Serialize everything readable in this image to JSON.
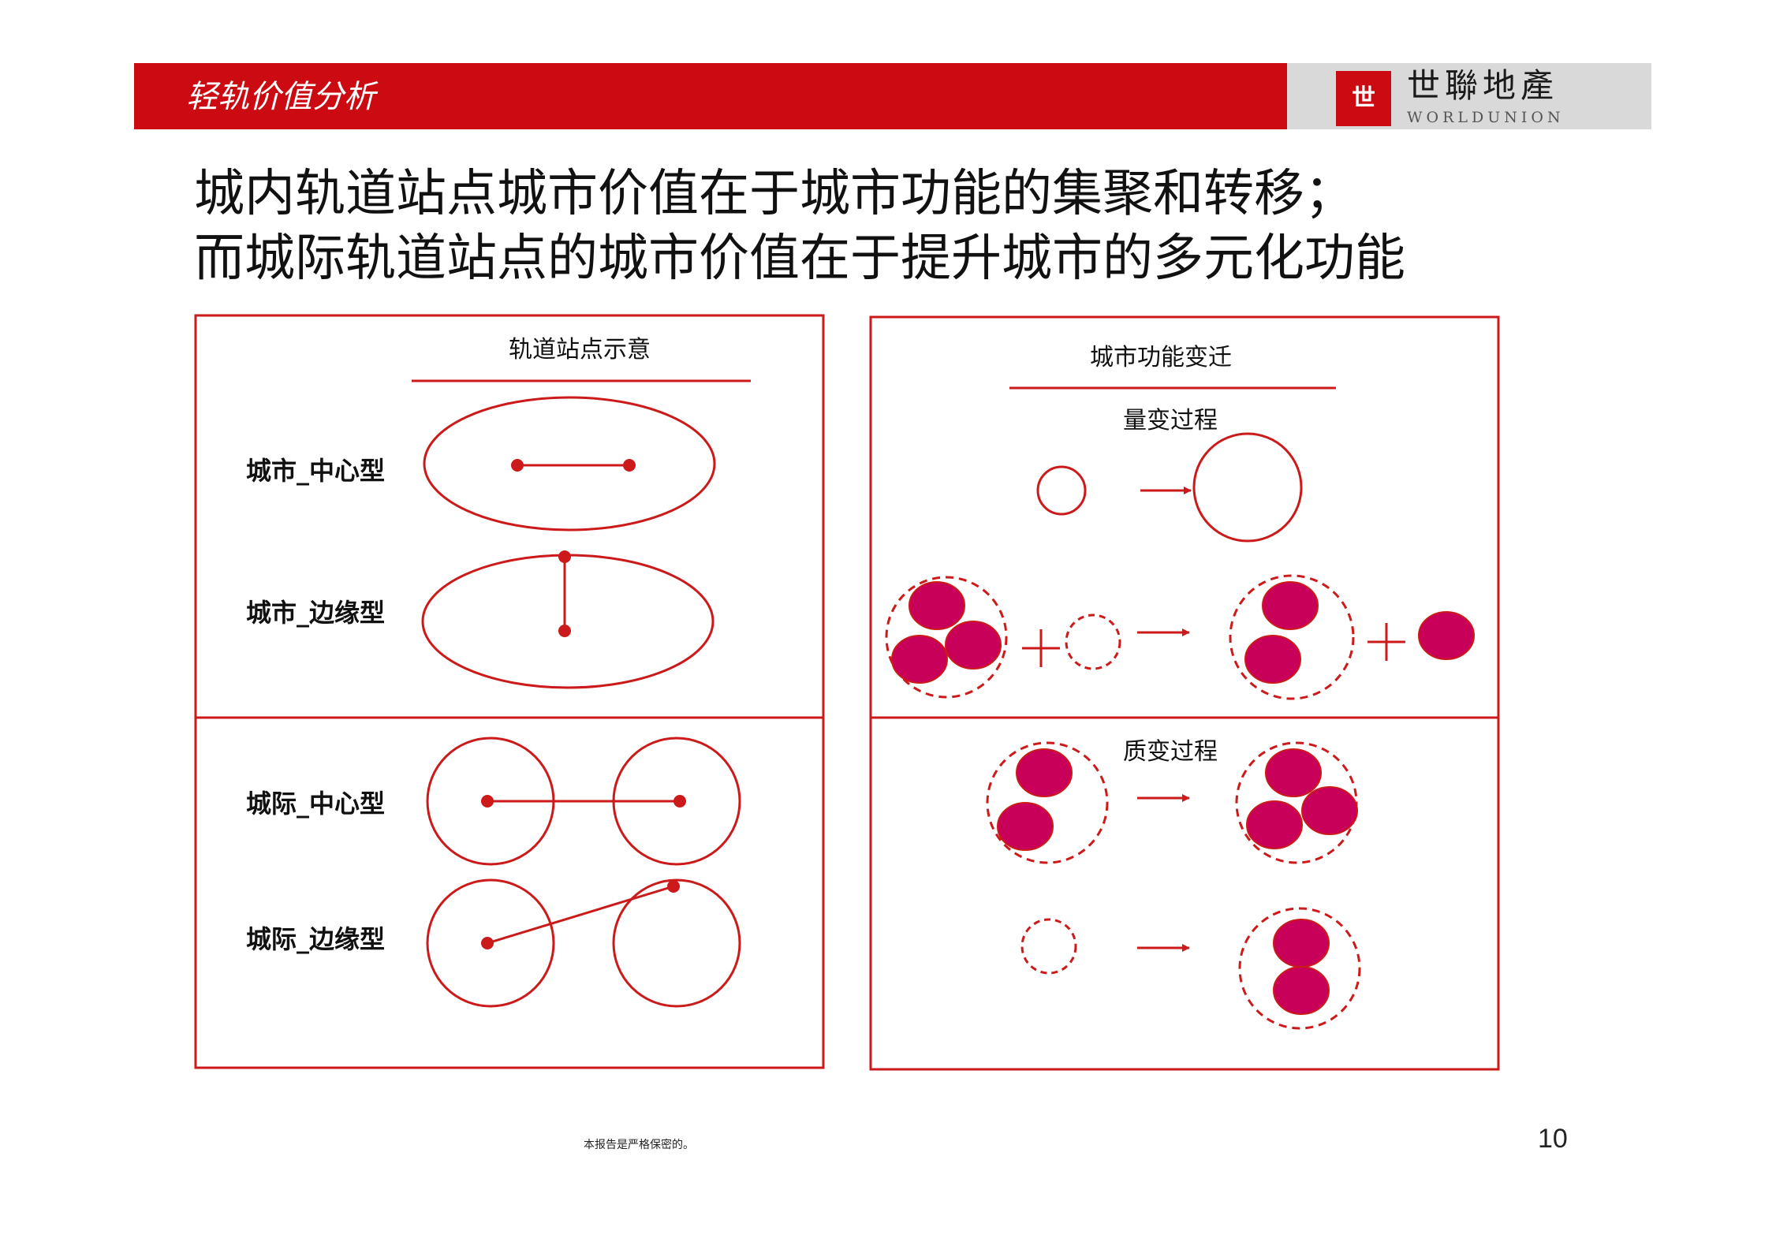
{
  "header": {
    "title": "轻轨价值分析",
    "logo": {
      "emblem": "世",
      "name_cn": "世聯地產",
      "name_en": "WORLDUNION"
    }
  },
  "headline": {
    "line1": "城内轨道站点城市价值在于城市功能的集聚和转移；",
    "line2": "而城际轨道站点的城市价值在于提升城市的多元化功能"
  },
  "left_panel": {
    "title": "轨道站点示意",
    "rows": [
      {
        "label": "城市_中心型"
      },
      {
        "label": "城市_边缘型"
      },
      {
        "label": "城际_中心型"
      },
      {
        "label": "城际_边缘型"
      }
    ]
  },
  "right_panel": {
    "title": "城市功能变迁",
    "quantitative_label": "量变过程",
    "qualitative_label": "质变过程",
    "plus_symbol": "+"
  },
  "footer": {
    "note": "本报告是严格保密的。",
    "page_number": "10"
  },
  "colors": {
    "brand_red": "#cc0a12",
    "line_red": "#cc1a1a",
    "magenta": "#c8005a",
    "logo_gray": "#d9d9d9"
  }
}
